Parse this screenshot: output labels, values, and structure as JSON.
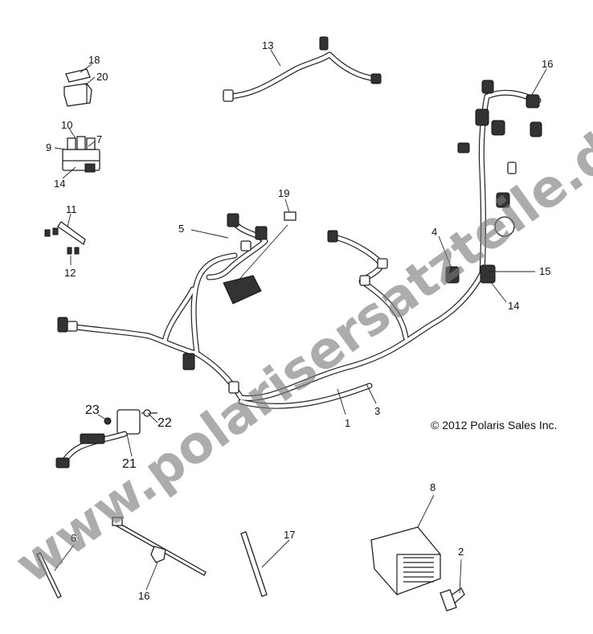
{
  "callouts": {
    "c1": "1",
    "c2": "2",
    "c3": "3",
    "c4": "4",
    "c5": "5",
    "c6": "6",
    "c7": "7",
    "c8": "8",
    "c9": "9",
    "c10": "10",
    "c11": "11",
    "c12": "12",
    "c13": "13",
    "c14a": "14",
    "c14b": "14",
    "c15": "15",
    "c16a": "16",
    "c16b": "16",
    "c17": "17",
    "c18": "18",
    "c19": "19",
    "c20": "20",
    "c21": "21",
    "c22": "22",
    "c23": "23"
  },
  "copyright": "© 2012 Polaris Sales Inc.",
  "watermark": "www.polarisersatzteile.de",
  "colors": {
    "line": "#222222",
    "watermark": "#7a7a7a",
    "background": "#ffffff"
  }
}
